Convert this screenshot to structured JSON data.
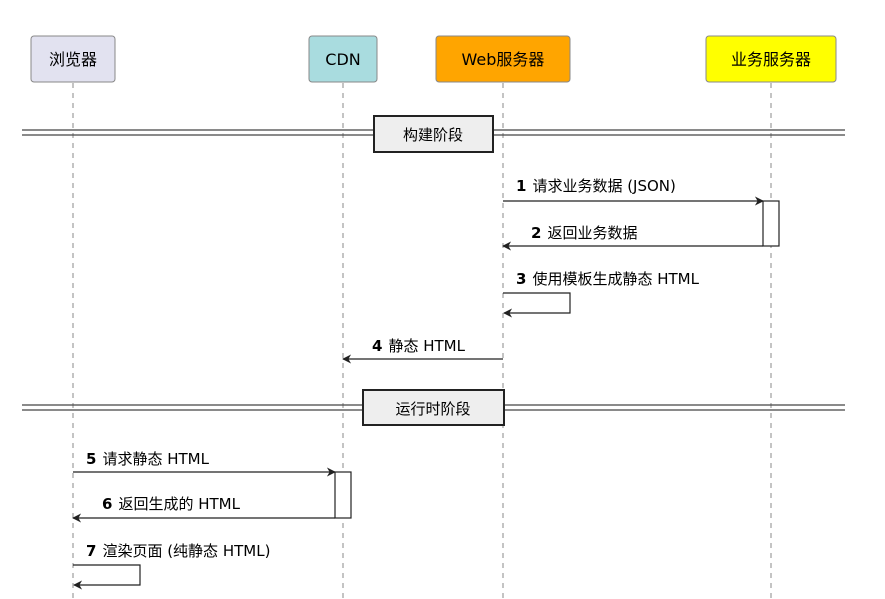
{
  "participants": [
    {
      "name": "浏览器",
      "color": "#e2e2f0"
    },
    {
      "name": "CDN",
      "color": "#a9dcdf"
    },
    {
      "name": "Web服务器",
      "color": "#ffa500"
    },
    {
      "name": "业务服务器",
      "color": "#ffff00"
    }
  ],
  "sections": [
    {
      "label": "构建阶段"
    },
    {
      "label": "运行时阶段"
    }
  ],
  "messages": [
    {
      "num": "1",
      "text": "请求业务数据 (JSON)"
    },
    {
      "num": "2",
      "text": "返回业务数据"
    },
    {
      "num": "3",
      "text": "使用模板生成静态 HTML"
    },
    {
      "num": "4",
      "text": "静态 HTML"
    },
    {
      "num": "5",
      "text": "请求静态 HTML"
    },
    {
      "num": "6",
      "text": "返回生成的 HTML"
    },
    {
      "num": "7",
      "text": "渲染页面 (纯静态 HTML)"
    }
  ]
}
